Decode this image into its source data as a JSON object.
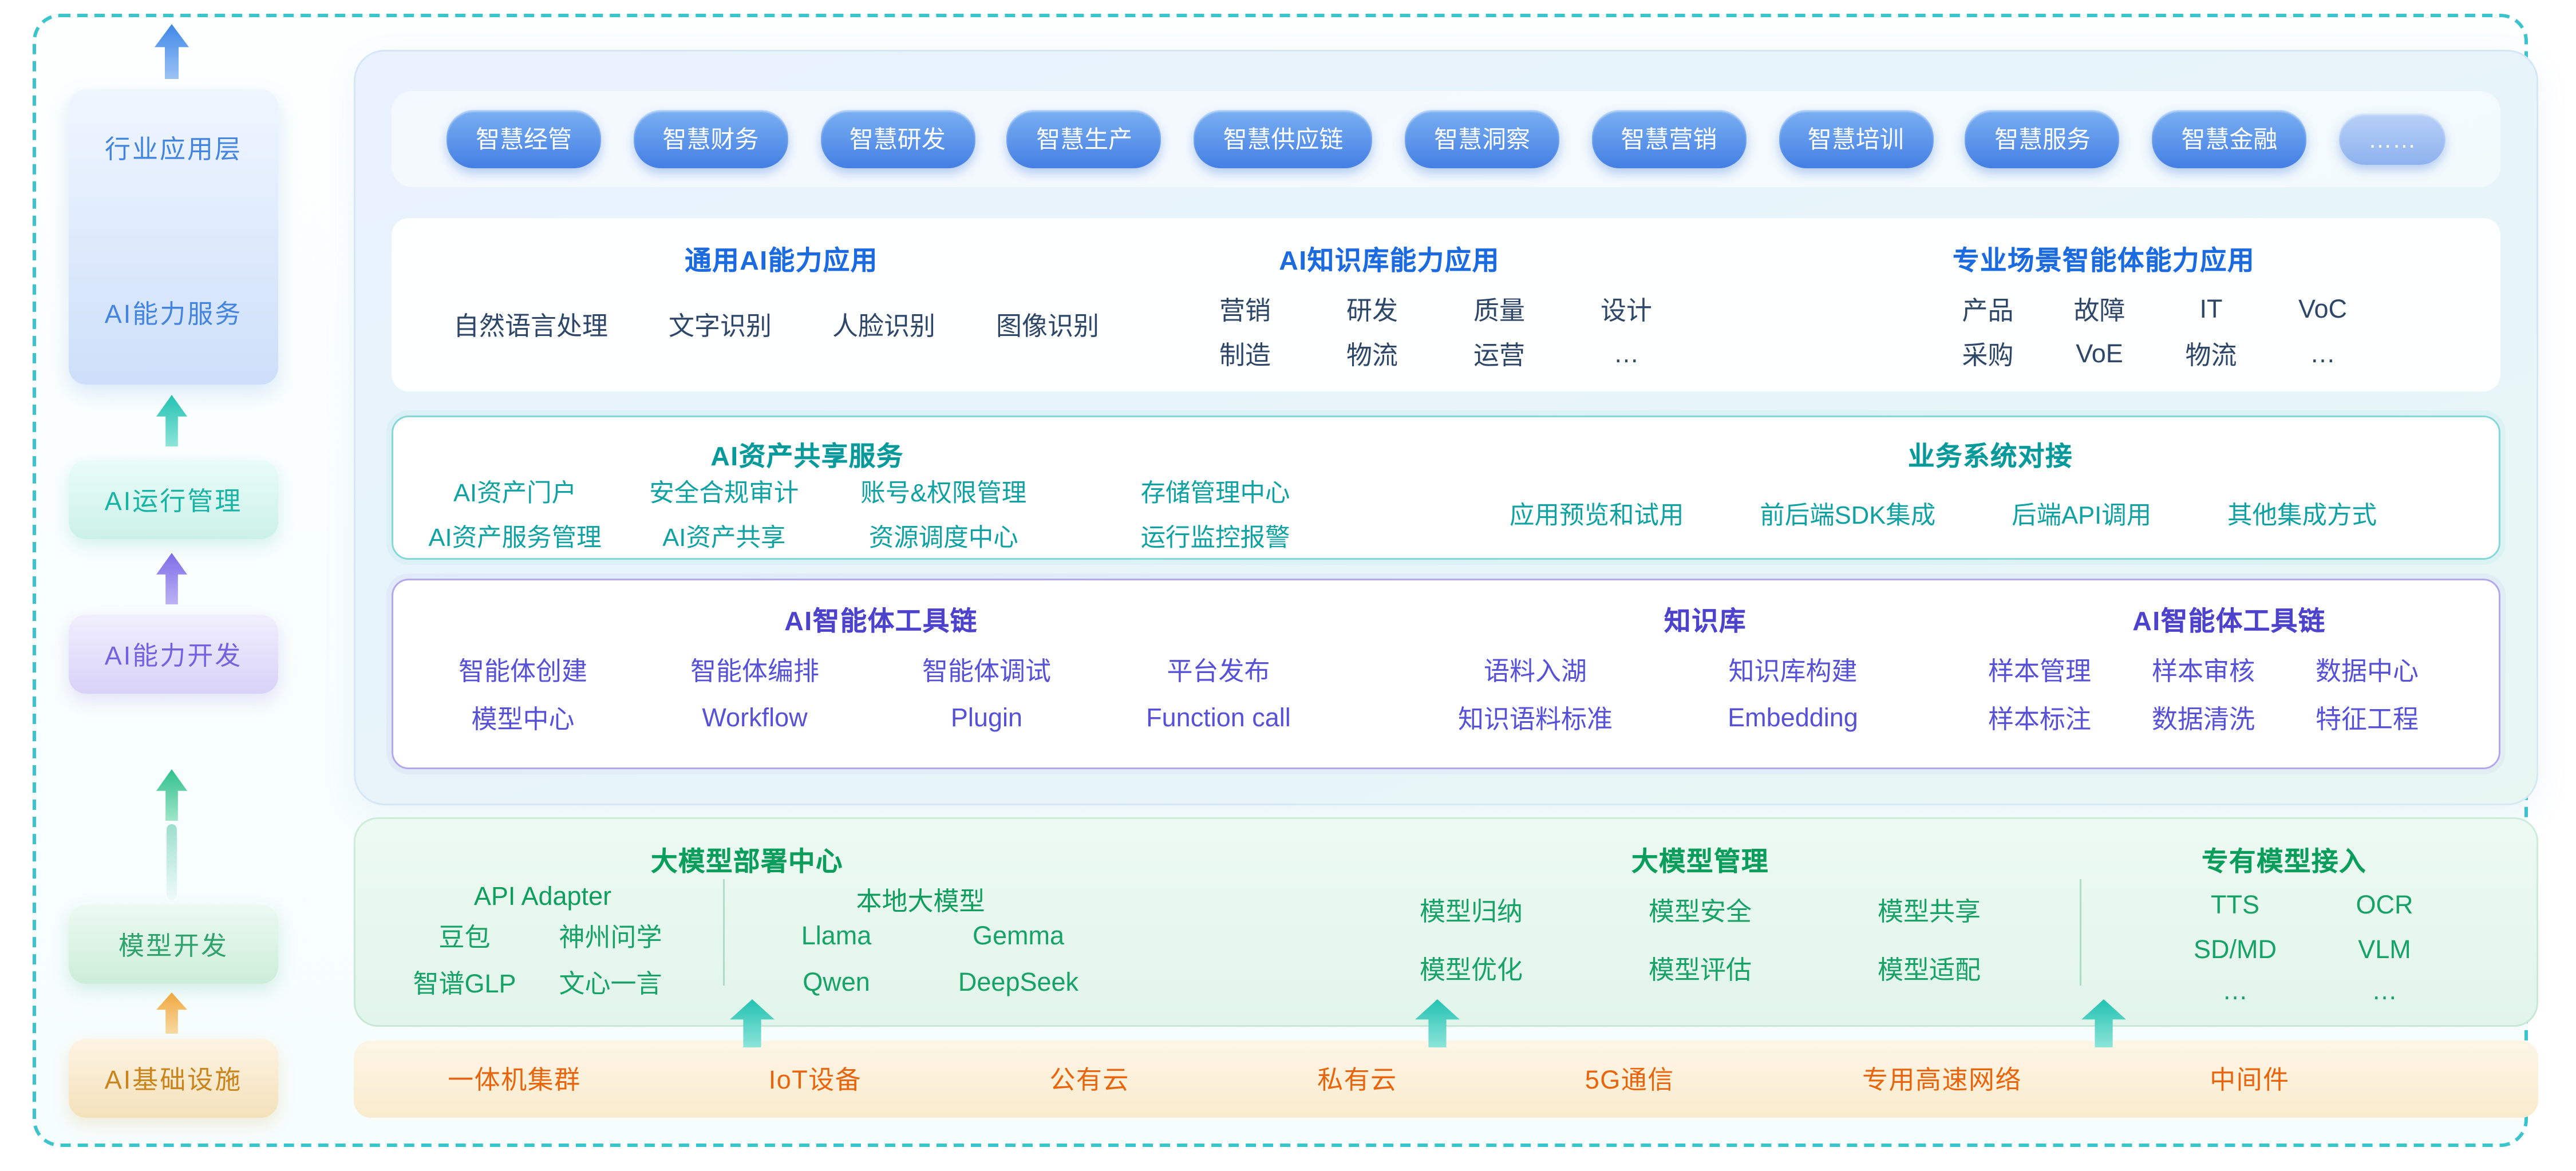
{
  "colors": {
    "frame_border": "#3cc4cd",
    "blue_accent": "#1b6ae0",
    "teal_accent": "#089a9a",
    "purple_accent": "#4d42cc",
    "green_accent": "#0a9d5c",
    "orange_accent": "#e8650d",
    "pill_blue": "#447fe4"
  },
  "left_rail": {
    "top_box": {
      "label_top": "行业应用层",
      "label_bottom": "AI能力服务"
    },
    "ops_label": "AI运行管理",
    "dev_label": "AI能力开发",
    "model_label": "模型开发",
    "infra_label": "AI基础设施"
  },
  "industry_pills": [
    "智慧经管",
    "智慧财务",
    "智慧研发",
    "智慧生产",
    "智慧供应链",
    "智慧洞察",
    "智慧营销",
    "智慧培训",
    "智慧服务",
    "智慧金融",
    "……"
  ],
  "capabilities": {
    "general": {
      "title": "通用AI能力应用",
      "items": [
        "自然语言处理",
        "文字识别",
        "人脸识别",
        "图像识别"
      ]
    },
    "knowledge": {
      "title": "AI知识库能力应用",
      "rows": [
        [
          "营销",
          "研发",
          "质量",
          "设计"
        ],
        [
          "制造",
          "物流",
          "运营",
          "…"
        ]
      ]
    },
    "scene": {
      "title": "专业场景智能体能力应用",
      "rows": [
        [
          "产品",
          "故障",
          "IT",
          "VoC"
        ],
        [
          "采购",
          "VoE",
          "物流",
          "…"
        ]
      ]
    }
  },
  "assets": {
    "share": {
      "title": "AI资产共享服务",
      "rows": [
        [
          "AI资产门户",
          "安全合规审计",
          "账号&权限管理",
          "存储管理中心"
        ],
        [
          "AI资产服务管理",
          "AI资产共享",
          "资源调度中心",
          "运行监控报警"
        ]
      ]
    },
    "integration": {
      "title": "业务系统对接",
      "items": [
        "应用预览和试用",
        "前后端SDK集成",
        "后端API调用",
        "其他集成方式"
      ]
    }
  },
  "toolchain": {
    "agent": {
      "title": "AI智能体工具链",
      "rows": [
        [
          "智能体创建",
          "智能体编排",
          "智能体调试",
          "平台发布"
        ],
        [
          "模型中心",
          "Workflow",
          "Plugin",
          "Function call"
        ]
      ]
    },
    "kb": {
      "title": "知识库",
      "rows": [
        [
          "语料入湖",
          "知识库构建"
        ],
        [
          "知识语料标准",
          "Embedding"
        ]
      ]
    },
    "data": {
      "title": "AI智能体工具链",
      "rows": [
        [
          "样本管理",
          "样本审核",
          "数据中心"
        ],
        [
          "样本标注",
          "数据清洗",
          "特征工程"
        ]
      ]
    }
  },
  "models": {
    "deploy": {
      "title": "大模型部署中心",
      "api": {
        "title": "API Adapter",
        "rows": [
          [
            "豆包",
            "神州问学"
          ],
          [
            "智谱GLP",
            "文心一言"
          ]
        ]
      },
      "local": {
        "title": "本地大模型",
        "rows": [
          [
            "Llama",
            "Gemma"
          ],
          [
            "Qwen",
            "DeepSeek"
          ]
        ]
      }
    },
    "manage": {
      "title": "大模型管理",
      "rows": [
        [
          "模型归纳",
          "模型安全",
          "模型共享"
        ],
        [
          "模型优化",
          "模型评估",
          "模型适配"
        ]
      ]
    },
    "dedicated": {
      "title": "专有模型接入",
      "rows": [
        [
          "TTS",
          "OCR"
        ],
        [
          "SD/MD",
          "VLM"
        ],
        [
          "…",
          "…"
        ]
      ]
    }
  },
  "infrastructure": [
    "一体机集群",
    "IoT设备",
    "公有云",
    "私有云",
    "5G通信",
    "专用高速网络",
    "中间件"
  ]
}
